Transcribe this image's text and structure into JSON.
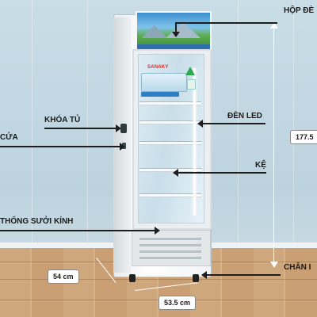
{
  "labels": {
    "hop_den": "HỘP ĐÈ",
    "khoa_tu": "KHÓA TỦ",
    "cua": "CỬA",
    "den_led": "ĐÈN LED",
    "ke": "KỆ",
    "suoi_kinh": "THỐNG SƯỞI KÍNH",
    "chan": "CHÂN I"
  },
  "dimensions": {
    "height": "177.5",
    "depth": "54 cm",
    "width": "53.5 cm"
  },
  "brand": "SANAKY",
  "colors": {
    "annotation_line": "#1e1e1e",
    "brand_red": "#d62b2b",
    "wall": "#c9dde6",
    "floor": "#cfa77c"
  }
}
